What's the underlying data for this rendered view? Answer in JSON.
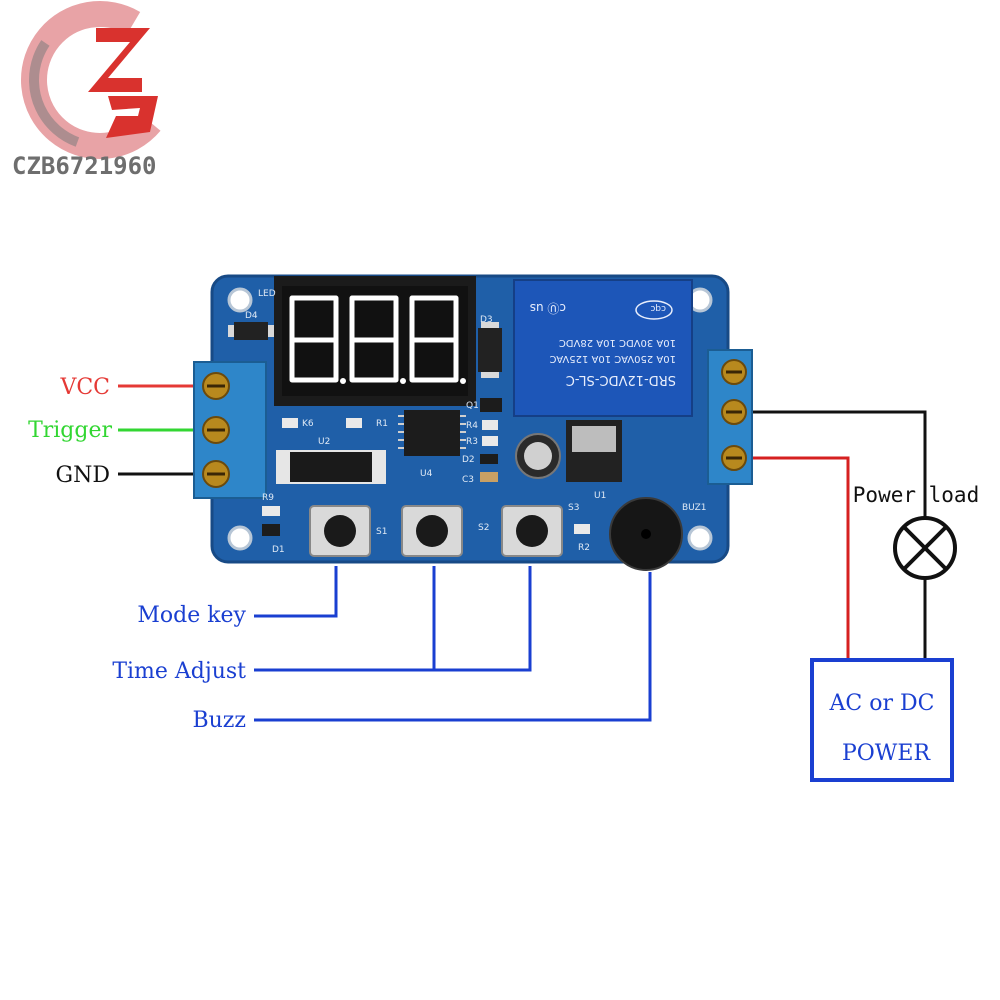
{
  "logo": {
    "text": "CZB6721960",
    "colors": [
      "#e8a3a6",
      "#d9322e",
      "#7b7b7b"
    ]
  },
  "labels": {
    "vcc": "VCC",
    "trigger": "Trigger",
    "gnd": "GND",
    "mode_key": "Mode key",
    "time_adjust": "Time Adjust",
    "buzz": "Buzz",
    "power_load": "Power load",
    "power_line1": "AC or DC",
    "power_line2": "POWER"
  },
  "board": {
    "relay_line1": "SRD-12VDC-SL-C",
    "relay_line2": "10A 250VAC  10A 125VAC",
    "relay_line3": "10A 30VDC  10A 28VDC",
    "relay_brand": "cqc",
    "relay_ul": "cⓊ us",
    "silk": {
      "led": "LED",
      "d4": "D4",
      "d3": "D3",
      "q1": "Q1",
      "k6": "K6",
      "r1": "R1",
      "u2": "U2",
      "r4": "R4",
      "r3": "R3",
      "d2": "D2",
      "c3": "C3",
      "u4": "U4",
      "u1": "U1",
      "buz1": "BUZ1",
      "r9": "R9",
      "d1": "D1",
      "s1": "S1",
      "s2": "S2",
      "s3": "S3",
      "r2": "R2"
    }
  },
  "colors": {
    "vcc": "#e53935",
    "trigger": "#32d632",
    "gnd": "#111111",
    "annotation": "#1a3fd1",
    "board": "#1f5fa8",
    "terminal": "#2e86c9",
    "relay": "#1d56b8",
    "load_wire": "#111111",
    "power_wire": "#d62020"
  }
}
